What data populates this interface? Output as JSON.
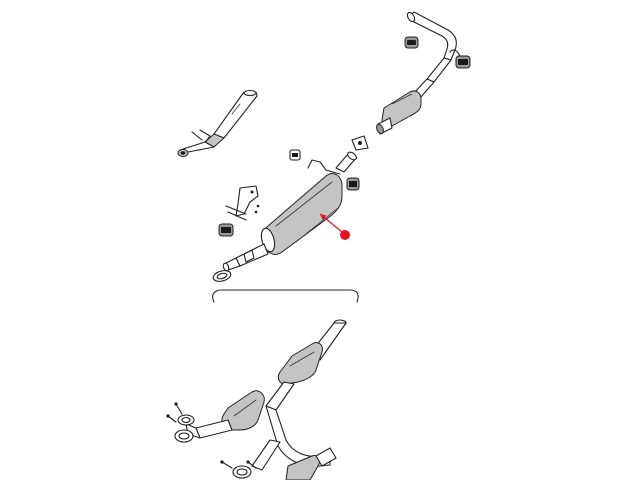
{
  "diagram": {
    "type": "exploded-parts-view",
    "subject": "exhaust system",
    "callout": {
      "target": "muffler",
      "marker_shape": "circle",
      "arrow": true
    },
    "parts": [
      "tailpipe-with-dual-tips",
      "tailpipe-hangers",
      "resonator-pipe",
      "intermediate-pipe",
      "muffler",
      "muffler-clamps",
      "muffler-hanger-bracket",
      "isolator",
      "y-pipe-with-catalytic-converters",
      "exhaust-flange-gaskets",
      "flange-bolts"
    ]
  },
  "colors": {
    "line": "#222222",
    "part_shade": "#c4c4c4",
    "callout_marker": "#e8141c",
    "background": "#ffffff"
  }
}
